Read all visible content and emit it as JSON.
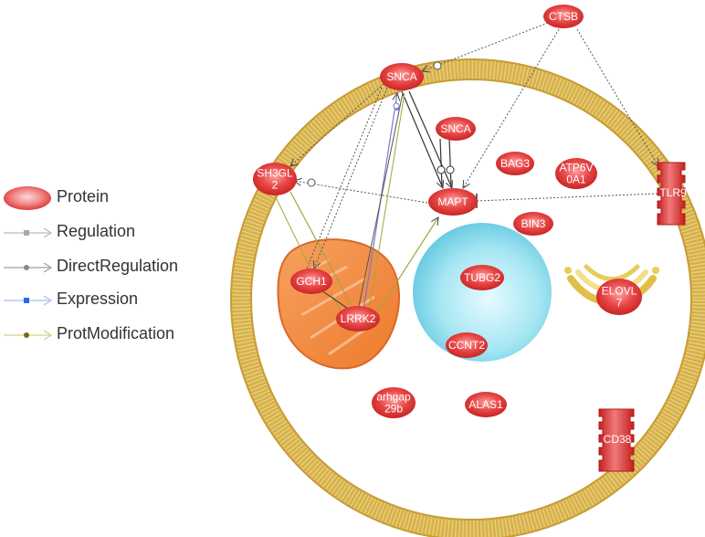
{
  "legend": {
    "items": [
      {
        "label": "Protein",
        "icon": "protein-ellipse-icon"
      },
      {
        "label": "Regulation",
        "icon": "regulation-arrow-icon"
      },
      {
        "label": "DirectRegulation",
        "icon": "direct-regulation-arrow-icon"
      },
      {
        "label": "Expression",
        "icon": "expression-arrow-icon"
      },
      {
        "label": "ProtModification",
        "icon": "protmodification-arrow-icon"
      }
    ]
  },
  "colors": {
    "protein": "#d92b2b",
    "membrane": "#d9b34a",
    "mitochondria": "#f28a3a",
    "nucleus": "#7fd6e8",
    "golgi": "#f0dc6e",
    "regulation": "#9a9a9a",
    "direct_regulation": "#777777",
    "expression": "#3a6fd8",
    "protmodification": "#a7a43a"
  },
  "nodes": {
    "ctsb": [
      "CTSB"
    ],
    "snca_top": [
      "SNCA"
    ],
    "snca_inner": [
      "SNCA"
    ],
    "sh3gl2": [
      "SH3GL",
      "2"
    ],
    "bag3": [
      "BAG3"
    ],
    "atp6v0a1": [
      "ATP6V",
      "0A1"
    ],
    "mapt": [
      "MAPT"
    ],
    "tlr9": [
      "TLR9"
    ],
    "bin3": [
      "BIN3"
    ],
    "gch1": [
      "GCH1"
    ],
    "tubg2": [
      "TUBG2"
    ],
    "elovl7": [
      "ELOVL",
      "7"
    ],
    "lrrk2": [
      "LRRK2"
    ],
    "ccnt2": [
      "CCNT2"
    ],
    "arhgap29b": [
      "arhgap",
      "29b"
    ],
    "alas1": [
      "ALAS1"
    ],
    "cd38": [
      "CD38"
    ]
  }
}
